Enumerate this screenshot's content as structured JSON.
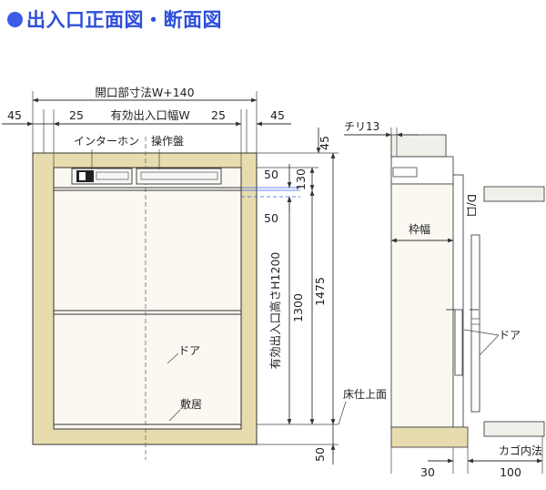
{
  "title": "出入口正面図・断面図",
  "colors": {
    "frame_fill": "#e7dcae",
    "panel_fill": "#fbf8f2",
    "accent": "#3a5ce8",
    "wall_fill": "#f0efea"
  },
  "front": {
    "opening_width": "開口部寸法W+140",
    "effective_width": "有効出入口幅W",
    "left_outer": "45",
    "left_inner": "25",
    "right_inner": "25",
    "right_outer": "45",
    "interphone": "インターホン",
    "operation_panel": "操作盤",
    "door": "ドア",
    "sill": "敷居",
    "dim_45": "45",
    "dim_130": "130",
    "dim_50_upper": "50",
    "dim_50_lower": "50",
    "effective_height": "有効出入口高さH1200",
    "dim_1300": "1300",
    "dim_1475": "1475",
    "dim_50_bottom": "50",
    "floor_finish": "床仕上面"
  },
  "section": {
    "chiri": "チリ13",
    "frame_width": "枠幅",
    "door": "ドア",
    "wall_label": "D/口",
    "cage_clear": "カゴ内法",
    "dim_30": "30",
    "dim_100": "100"
  }
}
